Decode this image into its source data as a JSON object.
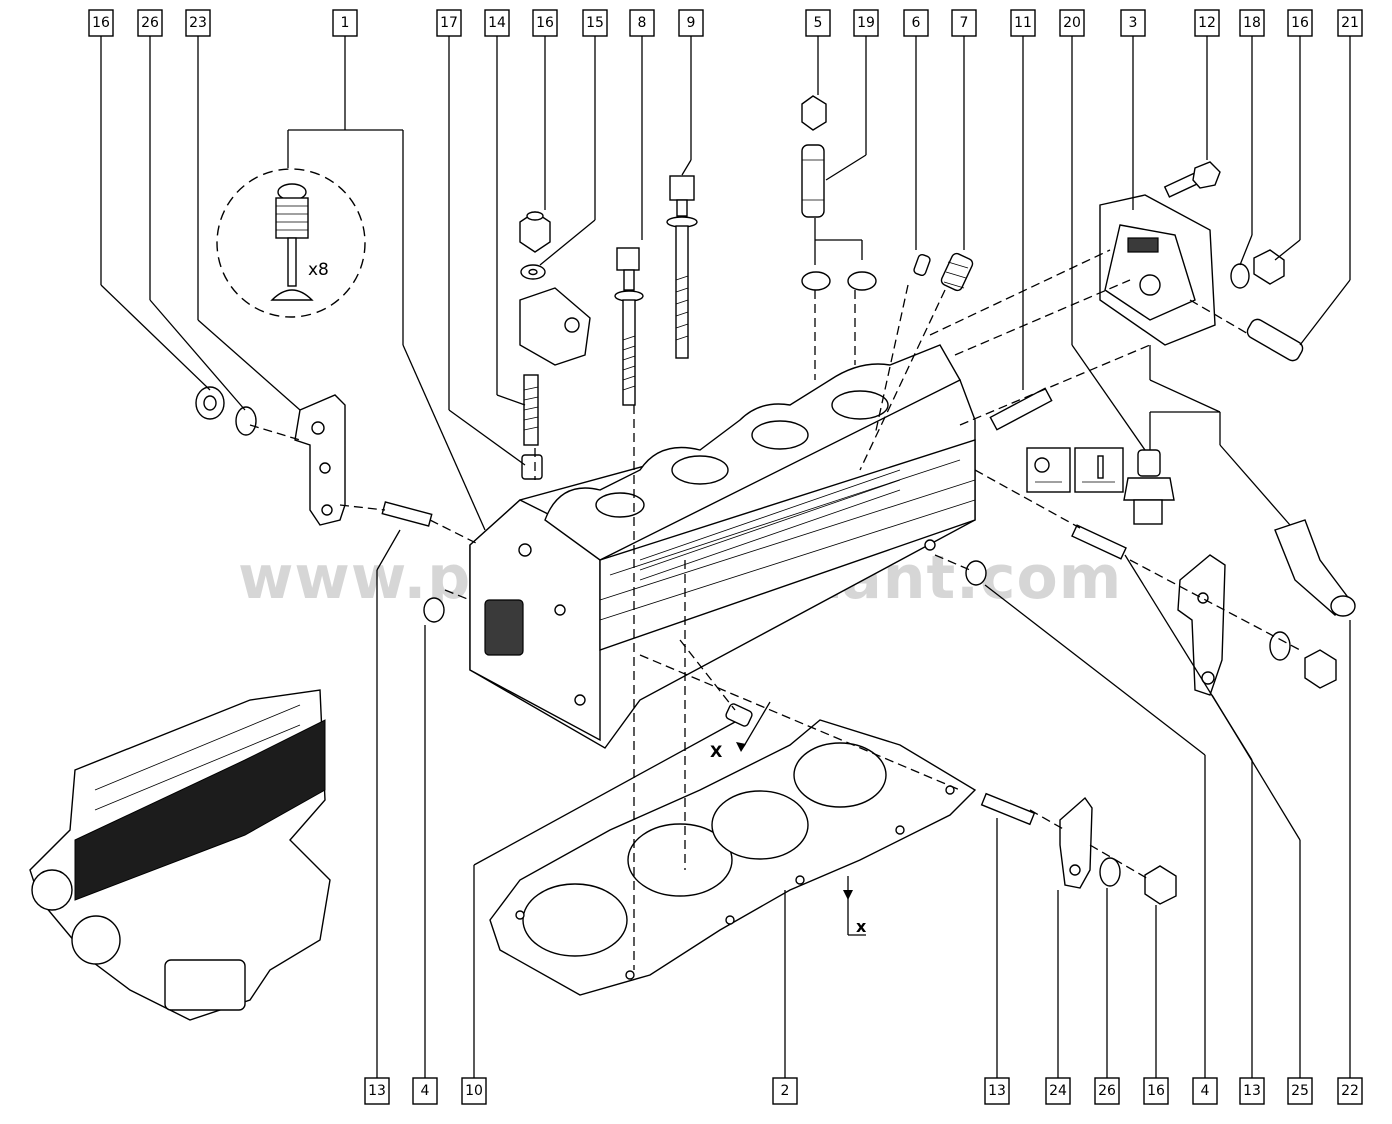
{
  "callouts_top": [
    "16",
    "26",
    "23",
    "1",
    "17",
    "14",
    "16",
    "15",
    "8",
    "9",
    "5",
    "19",
    "6",
    "7",
    "11",
    "20",
    "3",
    "12",
    "18",
    "16",
    "21"
  ],
  "callouts_bottom": [
    "13",
    "4",
    "10",
    "2",
    "13",
    "24",
    "26",
    "16",
    "4",
    "13",
    "25",
    "22"
  ],
  "quantity_label": "x8",
  "section_marker_upper": "X",
  "section_marker_lower": "x",
  "watermark": "www.partsforinstant.com"
}
